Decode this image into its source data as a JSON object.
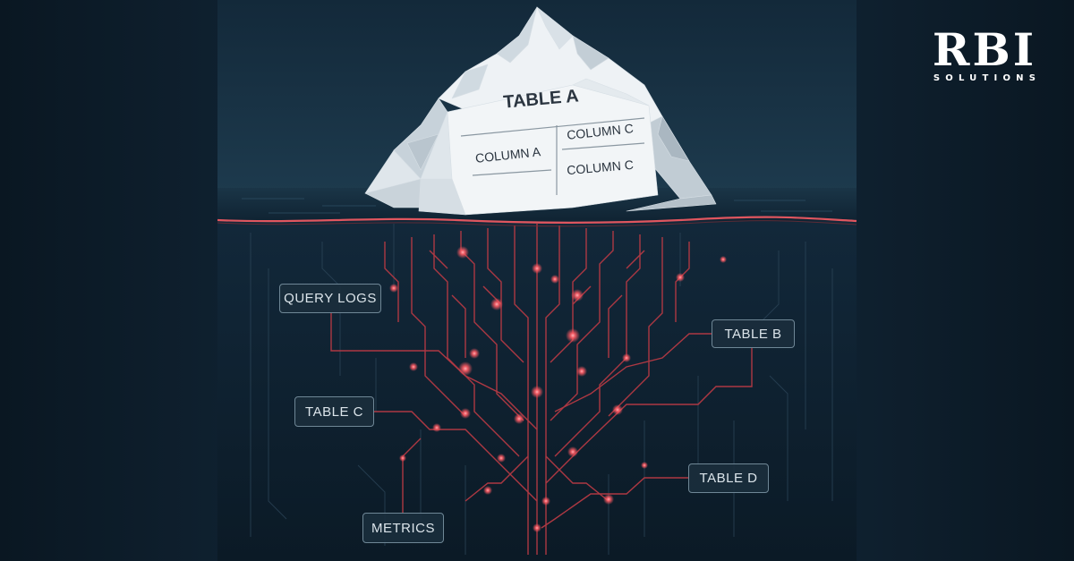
{
  "iceberg": {
    "title": "TABLE A",
    "columns": [
      "COLUMN A",
      "COLUMN C",
      "COLUMN C"
    ]
  },
  "labels": {
    "query_logs": "QUERY LOGS",
    "table_b": "TABLE B",
    "table_c": "TABLE C",
    "table_d": "TABLE D",
    "metrics": "METRICS"
  },
  "logo": {
    "mark": "RBI",
    "sub": "SOLUTIONS"
  },
  "colors": {
    "background": "#0c1a26",
    "water_line": "#e0565f",
    "trace": "#c9424b",
    "ice_light": "#f1f4f6",
    "ice_shadow": "#b8c4cc"
  }
}
